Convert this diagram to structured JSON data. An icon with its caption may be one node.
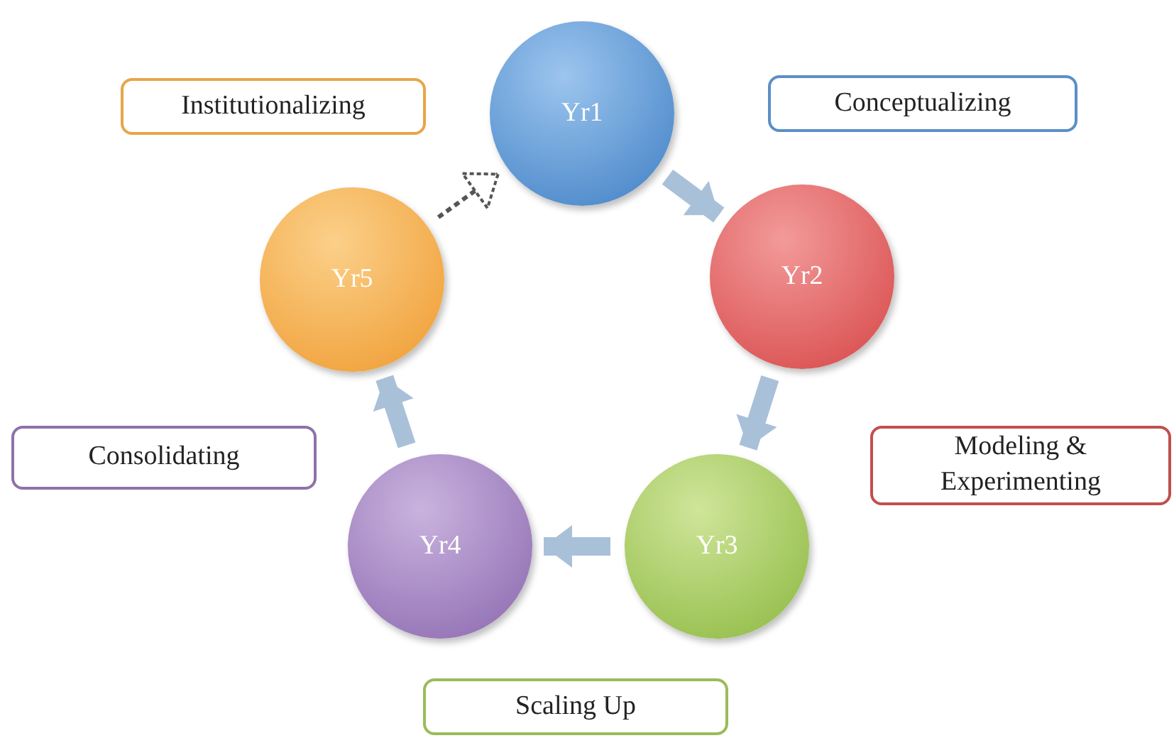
{
  "diagram": {
    "nodes": [
      {
        "text": [
          "Institutionalizing"
        ]
      },
      {
        "text": [
          "Yr1"
        ]
      },
      {
        "text": [
          "Conceptualizing"
        ]
      },
      {
        "text": [
          "Yr5"
        ]
      },
      {
        "text": [
          "Yr2"
        ]
      },
      {
        "text": [
          "Consolidating"
        ]
      },
      {
        "text": [
          "Modeling & Experimenting"
        ]
      },
      {
        "text": [
          "Yr4"
        ]
      },
      {
        "text": [
          "Yr3"
        ]
      },
      {
        "text": [
          "Scaling Up"
        ]
      }
    ],
    "edges": [
      {
        "from": 1,
        "to": 4,
        "arrow": "to"
      },
      {
        "from": 4,
        "to": 8,
        "arrow": "to"
      },
      {
        "from": 8,
        "to": 7,
        "arrow": "to"
      },
      {
        "from": 7,
        "to": 3,
        "arrow": "to"
      },
      {
        "from": 3,
        "to": 1,
        "arrow": "to",
        "style": "dashed",
        "color": "#555555"
      }
    ]
  }
}
